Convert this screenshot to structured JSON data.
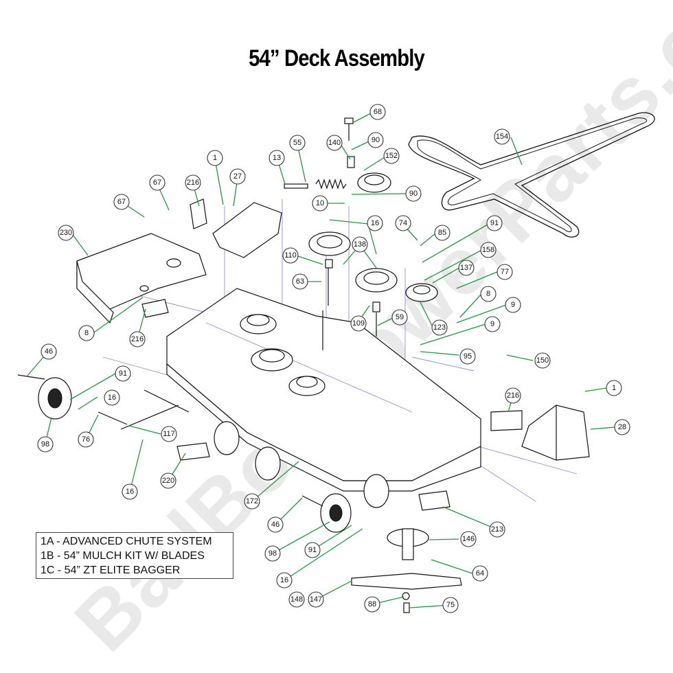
{
  "title": "54” Deck Assembly",
  "watermark": "BadBoyMowerParts.com",
  "legend": [
    "1A - ADVANCED CHUTE SYSTEM",
    "1B - 54” MULCH KIT W/ BLADES",
    "1C - 54” ZT ELITE BAGGER"
  ],
  "callouts": [
    "68",
    "140",
    "90",
    "152",
    "55",
    "13",
    "154",
    "1",
    "27",
    "10",
    "90",
    "216",
    "67",
    "67",
    "16",
    "74",
    "85",
    "91",
    "230",
    "138",
    "110",
    "158",
    "137",
    "77",
    "63",
    "8",
    "123",
    "8",
    "9",
    "109",
    "59",
    "216",
    "9",
    "95",
    "150",
    "46",
    "91",
    "16",
    "1",
    "216",
    "28",
    "98",
    "76",
    "117",
    "16",
    "220",
    "172",
    "46",
    "213",
    "146",
    "98",
    "91",
    "64",
    "16",
    "148",
    "147",
    "88",
    "75"
  ],
  "colors": {
    "leader": "#1e9a3a",
    "callout_stroke": "#333333",
    "projection_lines": "#8f8fd8",
    "watermark": "#e9e9e9"
  }
}
